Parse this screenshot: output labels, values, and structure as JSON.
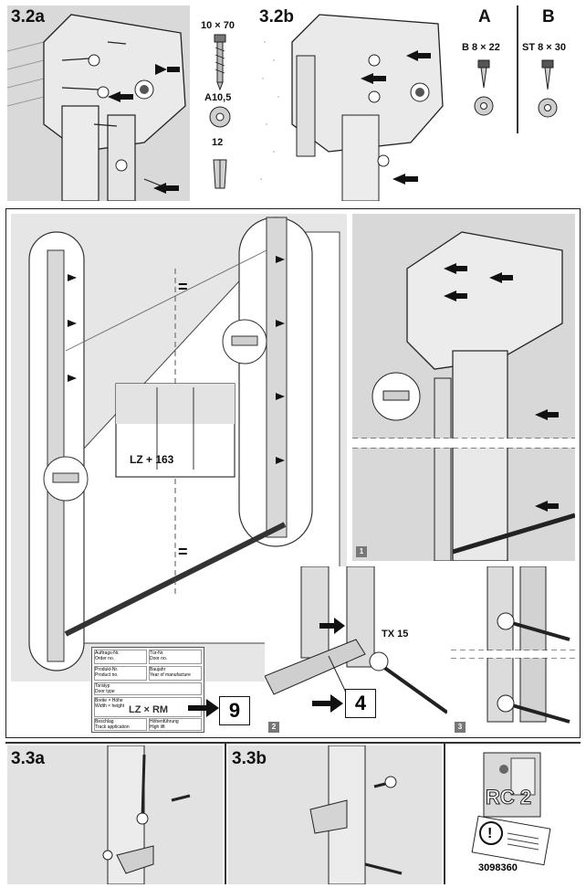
{
  "sections": {
    "s32a": "3.2a",
    "s32b": "3.2b",
    "s33a": "3.3a",
    "s33b": "3.3b"
  },
  "fasteners": {
    "screw_label": "10 × 70",
    "washer_label": "A10,5",
    "dowel_label": "12"
  },
  "screw_options": {
    "a_title": "A",
    "b_title": "B",
    "a_size": "B 8 × 22",
    "b_size": "ST 8 × 30"
  },
  "measure": {
    "label": "LZ + 163",
    "equal_top": "=",
    "equal_bottom": "="
  },
  "nameplate": {
    "order_no_de": "Auftrags-Nr.",
    "order_no_en": "Order no.",
    "door_no_de": "Tür-Nr.",
    "door_no_en": "Door no.",
    "product_no_de": "Produkt-Nr.",
    "product_no_en": "Product no.",
    "year_de": "Baujahr",
    "year_en": "Year of manufacture",
    "door_type_de": "Torätyp",
    "door_type_en": "Door type",
    "size_de": "Breite × Höhe",
    "size_en": "Width × height",
    "lz_rm": "LZ × RM",
    "track_de": "Beschlag",
    "track_en": "Track application",
    "hh_de": "Höhenführung",
    "hh_en": "High lift",
    "ref": "9"
  },
  "tool": {
    "label": "TX 15",
    "ref": "4"
  },
  "steps": [
    "1",
    "2",
    "3"
  ],
  "rc": {
    "badge": "RC 2",
    "doc_no": "3098360",
    "warning_symbol": "!"
  }
}
